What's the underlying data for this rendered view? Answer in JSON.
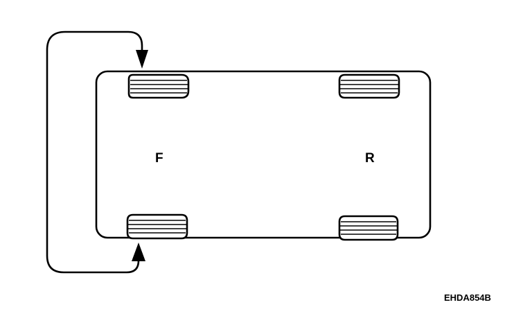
{
  "labels": {
    "front": "F",
    "rear": "R",
    "figure_code": "EHDA854B"
  },
  "colors": {
    "line": "#000000",
    "background": "#ffffff"
  }
}
